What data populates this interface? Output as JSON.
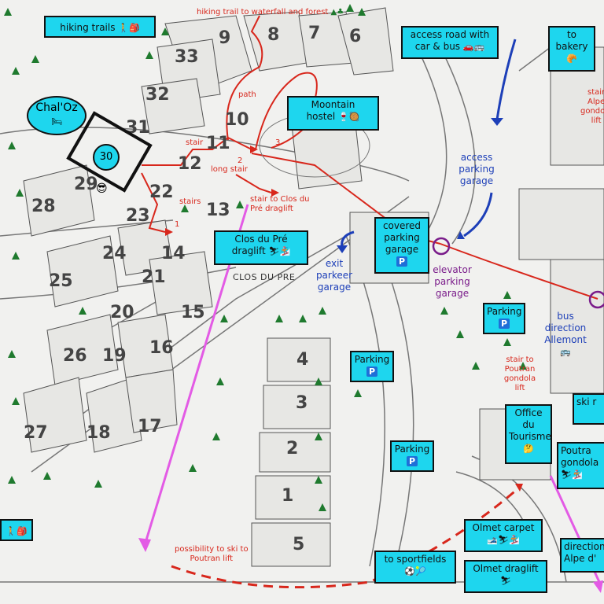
{
  "top_label": "hiking trail to waterfall and forest",
  "top_label_icon": "mountain-tree-icon",
  "hiking_trails": {
    "label": "hiking trails",
    "icon": "hiker-backpack-icon"
  },
  "hiking_trails_left_icon": "hiker-backpack-icon",
  "chaloz": {
    "label": "Chal'Oz",
    "icon": "bed-icon"
  },
  "house_30": "30",
  "access_road": {
    "line1": "access road with",
    "line2": "car & bus",
    "icons": "car-bus-icon"
  },
  "to_bakery": {
    "line1": "to",
    "line2": "bakery",
    "icon": "croissant-icon"
  },
  "right_edge_label": {
    "l1": "stair",
    "l2": "Alpe",
    "l3": "gondola",
    "l4": "lift"
  },
  "moontain_hostel": {
    "line1": "Moontain",
    "line2": "hostel",
    "icons": "wine-food-icon"
  },
  "access_parking_garage": {
    "l1": "access",
    "l2": "parking",
    "l3": "garage"
  },
  "covered_parking": {
    "l1": "covered",
    "l2": "parking",
    "l3": "garage",
    "badge": "P"
  },
  "exit_parkeer": {
    "l1": "exit",
    "l2": "parkeer",
    "l3": "garage"
  },
  "elevator_parking": {
    "l1": "elevator",
    "l2": "parking",
    "l3": "garage"
  },
  "parking_right": {
    "label": "Parking",
    "badge": "P"
  },
  "parking_mid": {
    "label": "Parking",
    "badge": "P"
  },
  "parking_bottom": {
    "label": "Parking",
    "badge": "P"
  },
  "bus_direction": {
    "l1": "bus",
    "l2": "direction",
    "l3": "Allemont"
  },
  "clos_du_pre_draglift": {
    "line1": "Clos du Pré",
    "line2": "draglift",
    "icons": "ski-icon"
  },
  "clos_du_pre_area": "CLOS DU PRE",
  "path_labels": {
    "path": "path",
    "stair": "stair",
    "long_stair": "long stair",
    "stairs": "stairs",
    "stair_to_clos": "stair to Clos du Pré draglift",
    "n1": "1",
    "n2": "2",
    "n3": "3"
  },
  "stair_poutran": {
    "l1": "stair to",
    "l2": "Poutran",
    "l3": "gondola",
    "l4": "lift"
  },
  "office_tourisme": {
    "l1": "Office",
    "l2": "du",
    "l3": "Tourisme",
    "icon": "thinking-face-icon"
  },
  "ski_right": {
    "label": "ski r"
  },
  "poutran_gondola": {
    "line1": "Poutra",
    "line2": "gondola"
  },
  "possibility_ski": {
    "l1": "possibility to ski to",
    "l2": "Poutran lift"
  },
  "to_sportfields": {
    "label": "to sportfields",
    "icons": "sports-icon"
  },
  "olmet_carpet": {
    "label": "Olmet carpet",
    "icons": "ski-icon"
  },
  "olmet_draglift": {
    "label": "Olmet draglift",
    "icons": "ski-icon"
  },
  "direction_alpe": {
    "line1": "direction",
    "line2": "Alpe d'"
  },
  "house_numbers": [
    "33",
    "32",
    "31",
    "29",
    "28",
    "27",
    "26",
    "25",
    "24",
    "23",
    "22",
    "21",
    "20",
    "19",
    "18",
    "17",
    "16",
    "15",
    "14",
    "13",
    "12",
    "11",
    "10",
    "9",
    "8",
    "7",
    "6",
    "5",
    "4",
    "3",
    "2",
    "1"
  ],
  "emoji_face_icon": "sunglasses-face-icon",
  "colors": {
    "box": "#1ed6ee",
    "route": "#d8271c",
    "blue_arrow": "#1d3fb8",
    "magenta": "#e35be5",
    "purple": "#7a1c8a",
    "tree": "#1f7a2e"
  }
}
